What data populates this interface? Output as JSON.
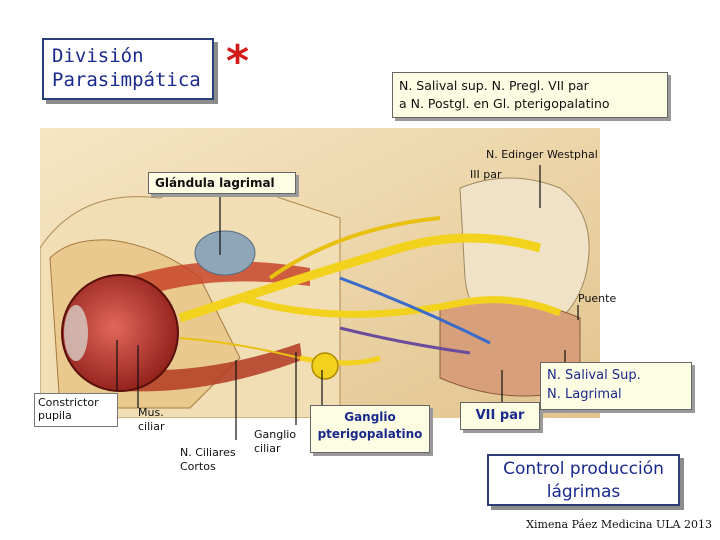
{
  "title": {
    "line1": "División",
    "line2": "Parasimpática"
  },
  "asterisk": "*",
  "top_note": {
    "line1": "N. Salival sup. N. Pregl. VII par",
    "line2": "a N. Postgl. en Gl. pterigopalatino"
  },
  "labels": {
    "edinger": "N. Edinger Westphal",
    "third_pair": "III par",
    "lacrimal_gland": "Glándula lagrimal",
    "pons": "Puente",
    "constrictor": {
      "line1": "Constrictor",
      "line2": "pupila"
    },
    "ciliary_muscle": {
      "line1": "Mus.",
      "line2": "ciliar"
    },
    "short_ciliary": {
      "line1": "N. Ciliares",
      "line2": "Cortos"
    },
    "ciliary_ganglion": {
      "line1": "Ganglio",
      "line2": "ciliar"
    },
    "pterygo_ganglion": {
      "line1": "Ganglio",
      "line2": "pterigopalatino"
    },
    "seventh_pair": "VII par",
    "salival_lacrimal": {
      "line1": "N. Salival Sup.",
      "line2": "N. Lagrimal"
    }
  },
  "control_box": {
    "line1": "Control producción",
    "line2": "lágrimas"
  },
  "credit": "Ximena Páez Medicina ULA 2013",
  "colors": {
    "title_text": "#1a2a8c",
    "asterisk": "#d31a1a",
    "note_bg": "#fdfde4",
    "nerve_yellow": "#f2d21c",
    "muscle_red": "#c8452a",
    "bone_cream": "#f1deb5"
  }
}
